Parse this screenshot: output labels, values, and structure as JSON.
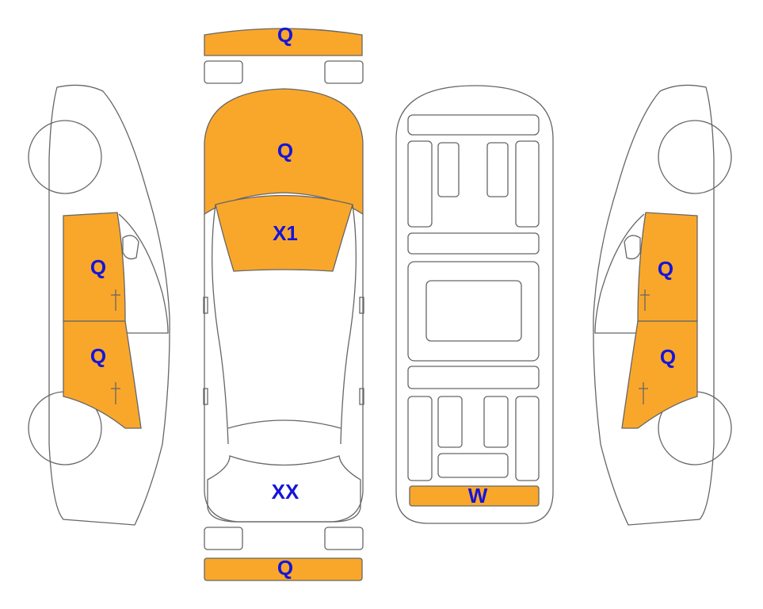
{
  "colors": {
    "damage": "#F9A72B",
    "glass": "#DFF4FB",
    "outline": "#666666",
    "label": "#1515D8"
  },
  "labels": {
    "front_bumper": "Q",
    "hood": "Q",
    "windshield": "X1",
    "rear_window": "XX",
    "rear_bumper": "Q",
    "underbody_rear": "W",
    "left_front_door": "Q",
    "left_rear_door": "Q",
    "right_front_door": "Q",
    "right_rear_door": "Q"
  }
}
